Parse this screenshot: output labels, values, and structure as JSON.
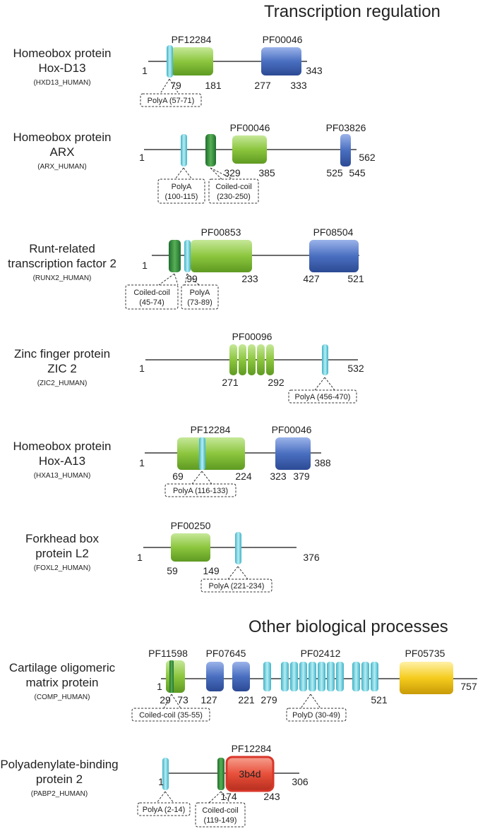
{
  "sections": [
    {
      "title": "Transcription regulation"
    },
    {
      "title": "Other biological processes"
    }
  ],
  "proteins": [
    {
      "name1": "Homeobox protein",
      "name2": "Hox-D13",
      "id": "(HXD13_HUMAN)",
      "labels": {
        "start": "1",
        "end": "343",
        "pf1": "PF12284",
        "pf2": "PF00046",
        "p79": "79",
        "p181": "181",
        "p277": "277",
        "p333": "333"
      },
      "boxes": {
        "polya": "PolyA (57-71)"
      }
    },
    {
      "name1": "Homeobox protein",
      "name2": "ARX",
      "id": "(ARX_HUMAN)",
      "labels": {
        "start": "1",
        "end": "562",
        "pf1": "PF00046",
        "pf2": "PF03826",
        "p329": "329",
        "p385": "385",
        "p525": "525",
        "p545": "545"
      },
      "boxes": {
        "polya1": "PolyA",
        "polya2": "(100-115)",
        "cc1": "Coiled-coil",
        "cc2": "(230-250)"
      }
    },
    {
      "name1": "Runt-related",
      "name2": "transcription factor 2",
      "id": "(RUNX2_HUMAN)",
      "labels": {
        "start": "1",
        "end": "521",
        "pf1": "PF00853",
        "pf2": "PF08504",
        "p99": "99",
        "p233": "233",
        "p427": "427"
      },
      "boxes": {
        "cc1": "Coiled-coil",
        "cc2": "(45-74)",
        "polya1": "PolyA",
        "polya2": "(73-89)"
      }
    },
    {
      "name1": "Zinc finger protein",
      "name2": "ZIC 2",
      "id": "(ZIC2_HUMAN)",
      "labels": {
        "start": "1",
        "end": "532",
        "pf1": "PF00096",
        "p271": "271",
        "p292": "292"
      },
      "boxes": {
        "polya": "PolyA (456-470)"
      }
    },
    {
      "name1": "Homeobox protein",
      "name2": "Hox-A13",
      "id": "(HXA13_HUMAN)",
      "labels": {
        "start": "1",
        "end": "388",
        "pf1": "PF12284",
        "pf2": "PF00046",
        "p69": "69",
        "p224": "224",
        "p323": "323",
        "p379": "379"
      },
      "boxes": {
        "polya": "PolyA (116-133)"
      }
    },
    {
      "name1": "Forkhead box",
      "name2": "protein L2",
      "id": "(FOXL2_HUMAN)",
      "labels": {
        "start": "1",
        "end": "376",
        "pf1": "PF00250",
        "p59": "59",
        "p149": "149"
      },
      "boxes": {
        "polya": "PolyA (221-234)"
      }
    },
    {
      "name1": "Cartilage oligomeric",
      "name2": "matrix protein",
      "id": "(COMP_HUMAN)",
      "labels": {
        "start": "1",
        "end": "757",
        "pf1": "PF11598",
        "pf2": "PF07645",
        "pf3": "PF02412",
        "pf4": "PF05735",
        "p29": "29",
        "p73": "73",
        "p127": "127",
        "p221": "221",
        "p279": "279",
        "p521": "521"
      },
      "boxes": {
        "cc": "Coiled-coil (35-55)",
        "polyd": "PolyD (30-49)"
      }
    },
    {
      "name1": "Polyadenylate-binding",
      "name2": "protein 2",
      "id": "(PABP2_HUMAN)",
      "labels": {
        "start": "1",
        "end": "306",
        "pf1": "PF12284",
        "pdb": "3b4d",
        "p174": "174",
        "p243": "243"
      },
      "boxes": {
        "polya": "PolyA (2-14)",
        "cc1": "Coiled-coil",
        "cc2": "(119-149)"
      }
    }
  ],
  "colors": {
    "green": "#8cc63e",
    "blue": "#4a6fc0",
    "cyan": "#5fc8d8",
    "darkgreen": "#2e8b3e",
    "yellow": "#f5cc1e",
    "red": "#e8503a",
    "line": "#6b6b6b"
  }
}
